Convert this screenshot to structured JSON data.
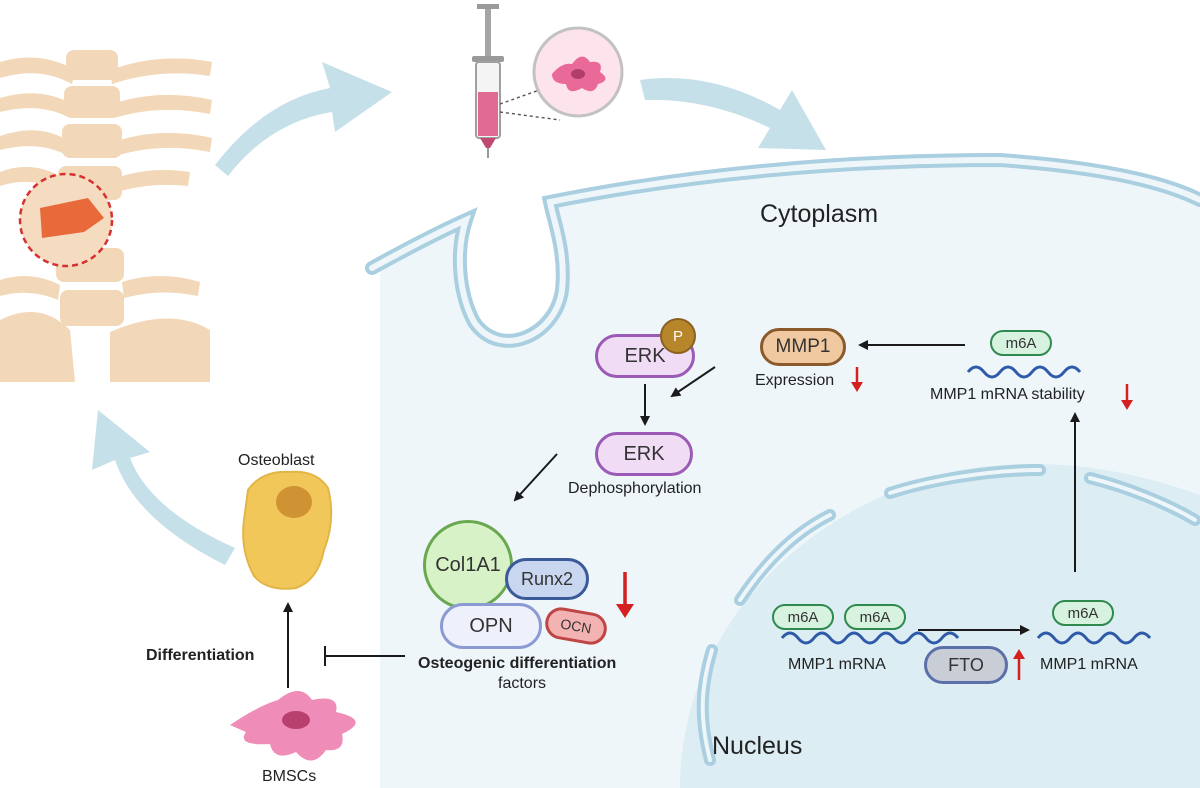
{
  "labels": {
    "cytoplasm": "Cytoplasm",
    "nucleus": "Nucleus",
    "osteoblast": "Osteoblast",
    "bmscs": "BMSCs",
    "differentiation": "Differentiation",
    "osteogenic_line1": "Osteogenic differentiation",
    "osteogenic_line2": "factors",
    "dephosphorylation": "Dephosphorylation",
    "expression": "Expression",
    "mmp1_mrna_stability": "MMP1 mRNA stability",
    "mmp1_mrna_left": "MMP1 mRNA",
    "mmp1_mrna_right": "MMP1 mRNA"
  },
  "proteins": {
    "erk_phospho": "ERK",
    "phosphate": "P",
    "erk": "ERK",
    "mmp1": "MMP1",
    "col1a1": "Col1A1",
    "runx2": "Runx2",
    "opn": "OPN",
    "ocn": "OCN",
    "fto": "FTO",
    "m6a_stability": "m6A",
    "m6a_left_1": "m6A",
    "m6a_left_2": "m6A",
    "m6a_right": "m6A"
  },
  "colors": {
    "membrane": "#a9cfe0",
    "cytoplasm_fill": "#eef6fa",
    "nucleus_fill": "#dcedf4",
    "flow_arrow": "#c6e0ea",
    "bone": "#f2d8b8",
    "erk_fill": "#f0dcf5",
    "erk_stroke": "#9a5ab5",
    "phosphate": "#b8862a",
    "mmp1_fill": "#f0c9a0",
    "mmp1_stroke": "#8a5a2b",
    "col1a1_fill": "#d8f2c8",
    "col1a1_stroke": "#6aa84f",
    "runx2_fill": "#c9d6f0",
    "runx2_stroke": "#3a5a99",
    "opn_fill": "#eef1fb",
    "opn_stroke": "#8c9ad4",
    "ocn_fill": "#f3b3b3",
    "ocn_stroke": "#c04545",
    "m6a_fill": "#d8f2e0",
    "m6a_stroke": "#2f8a4e",
    "fto_fill": "#c8cdd6",
    "fto_stroke": "#5b6fa8",
    "down_arrow": "#d42020",
    "osteoblast": "#f2c75a",
    "bmsc": "#f08cb8"
  }
}
